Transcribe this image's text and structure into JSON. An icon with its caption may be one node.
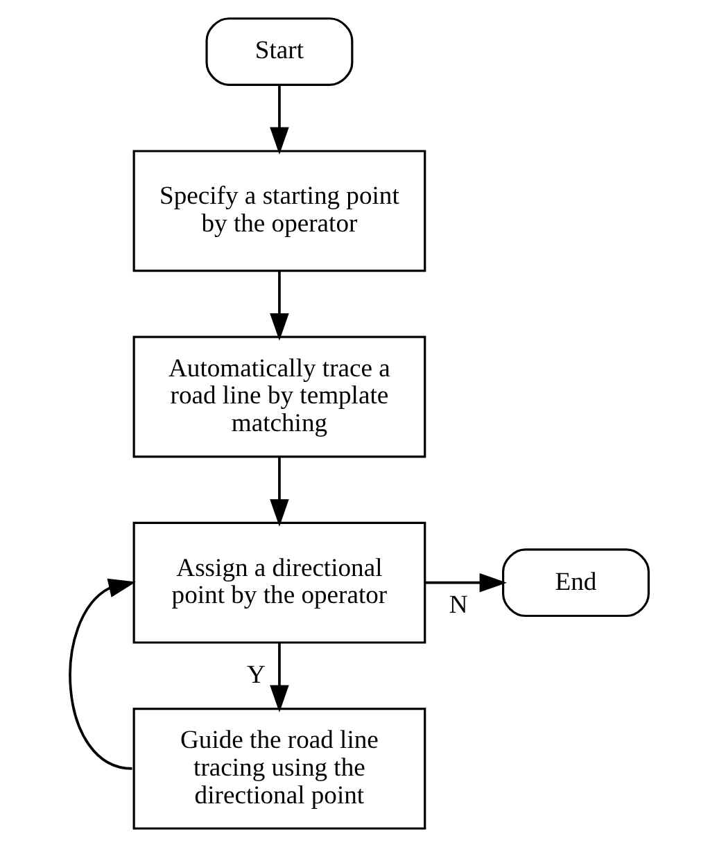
{
  "diagram": {
    "nodes": [
      {
        "text": [
          "Start"
        ]
      },
      {
        "text": [
          "Specify a starting point by the operator"
        ]
      },
      {
        "text": [
          "Automatically trace a road line by template matching"
        ]
      },
      {
        "text": [
          "Assign a directional point by the operator"
        ]
      },
      {
        "text": [
          "End"
        ]
      },
      {
        "text": [
          "Guide the road line tracing using the directional point"
        ]
      }
    ],
    "edges": [
      {
        "from": 0,
        "to": 1,
        "arrow": "to"
      },
      {
        "from": 1,
        "to": 2,
        "arrow": "to"
      },
      {
        "from": 2,
        "to": 3,
        "arrow": "to"
      },
      {
        "from": 3,
        "to": 4,
        "arrow": "to",
        "label": "N"
      },
      {
        "from": 3,
        "to": 5,
        "arrow": "to",
        "label": "Y"
      },
      {
        "from": 5,
        "to": 3,
        "arrow": "to"
      }
    ]
  }
}
